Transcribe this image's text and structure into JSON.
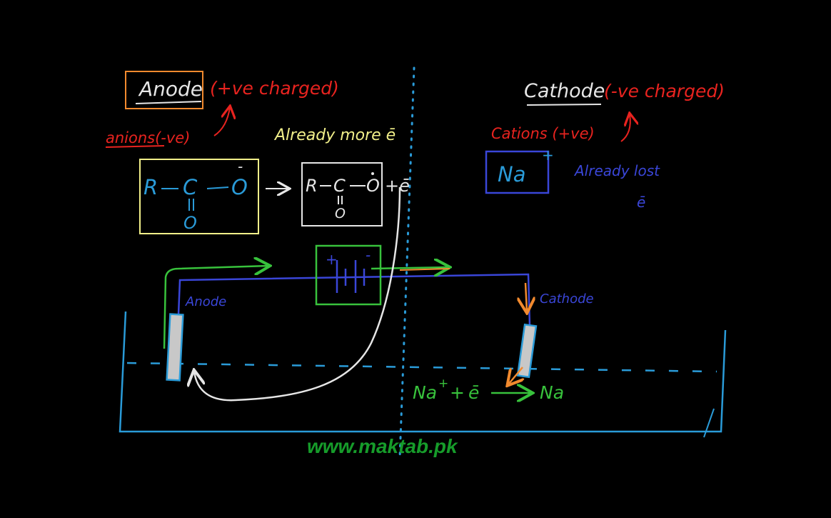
{
  "colors": {
    "background": "#000000",
    "chalk_white": "#e6e6e6",
    "red": "#e8231f",
    "orange": "#f28a2e",
    "yellow": "#f2f08a",
    "blue": "#2a9bd8",
    "indigo": "#3a46d8",
    "green": "#38c23c",
    "site_green": "#169c2a"
  },
  "anode": {
    "title": "Anode",
    "charge": "(+ve charged)",
    "ions": "anions(-ve)",
    "note": "Already more ē"
  },
  "cathode": {
    "title": "Cathode",
    "charge": "(-ve charged)",
    "ions": "Cations (+ve)",
    "note_line1": "Already lost",
    "note_line2": "ē",
    "ion": "Na",
    "ion_charge": "+"
  },
  "molecules": {
    "ion_R": "R",
    "ion_C": "C",
    "ion_O": "O",
    "ion_charge": "-",
    "ion_bottom": "O",
    "radical_R": "R",
    "radical_C": "C",
    "radical_O": "O",
    "radical_bottom": "O",
    "electron": "+ē"
  },
  "cell": {
    "anode_label": "Anode",
    "cathode_label": "Cathode",
    "battery_plus": "+",
    "battery_minus": "-",
    "reaction_left": "Na",
    "reaction_charge": "+",
    "reaction_plus": "+",
    "reaction_electron": "ē",
    "reaction_right": "Na"
  },
  "watermark": "www.maktab.pk"
}
